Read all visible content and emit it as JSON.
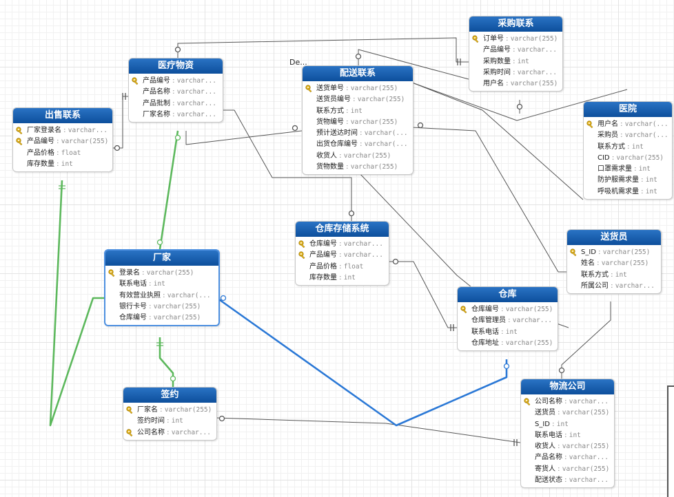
{
  "diagram": {
    "fragment_label": "De...",
    "entities": [
      {
        "id": "e1",
        "title": "采购联系",
        "fields": [
          {
            "key": true,
            "name": "订单号",
            "type": "varchar(255)"
          },
          {
            "key": false,
            "name": "产品编号",
            "type": "varchar..."
          },
          {
            "key": false,
            "name": "采购数量",
            "type": "int"
          },
          {
            "key": false,
            "name": "采购时间",
            "type": "varchar..."
          },
          {
            "key": false,
            "name": "用户名",
            "type": "varchar(255)"
          }
        ]
      },
      {
        "id": "e2",
        "title": "医疗物资",
        "fields": [
          {
            "key": true,
            "name": "产品编号",
            "type": "varchar..."
          },
          {
            "key": false,
            "name": "产品名称",
            "type": "varchar..."
          },
          {
            "key": false,
            "name": "产品批制",
            "type": "varchar..."
          },
          {
            "key": false,
            "name": "厂家名称",
            "type": "varchar..."
          }
        ]
      },
      {
        "id": "e3",
        "title": "配送联系",
        "fields": [
          {
            "key": true,
            "name": "送货单号",
            "type": "varchar(255)"
          },
          {
            "key": false,
            "name": "送货员编号",
            "type": "varchar(255)"
          },
          {
            "key": false,
            "name": "联系方式",
            "type": "int"
          },
          {
            "key": false,
            "name": "货物编号",
            "type": "varchar(255)"
          },
          {
            "key": false,
            "name": "预计送达时间",
            "type": "varchar(..."
          },
          {
            "key": false,
            "name": "出货仓库编号",
            "type": "varchar(..."
          },
          {
            "key": false,
            "name": "收货人",
            "type": "varchar(255)"
          },
          {
            "key": false,
            "name": "货物数量",
            "type": "varchar(255)"
          }
        ]
      },
      {
        "id": "e4",
        "title": "出售联系",
        "fields": [
          {
            "key": true,
            "name": "厂家登录名",
            "type": "varchar..."
          },
          {
            "key": true,
            "name": "产品编号",
            "type": "varchar(255)"
          },
          {
            "key": false,
            "name": "产品价格",
            "type": "float"
          },
          {
            "key": false,
            "name": "库存数量",
            "type": "int"
          }
        ]
      },
      {
        "id": "e5",
        "title": "医院",
        "fields": [
          {
            "key": true,
            "name": "用户名",
            "type": "varchar(..."
          },
          {
            "key": false,
            "name": "采购员",
            "type": "varchar(..."
          },
          {
            "key": false,
            "name": "联系方式",
            "type": "int"
          },
          {
            "key": false,
            "name": "CID",
            "type": "varchar(255)"
          },
          {
            "key": false,
            "name": "口罩需求量",
            "type": "int"
          },
          {
            "key": false,
            "name": "防护服需求量",
            "type": "int"
          },
          {
            "key": false,
            "name": "呼吸机需求量",
            "type": "int"
          }
        ]
      },
      {
        "id": "e6",
        "title": "仓库存储系统",
        "fields": [
          {
            "key": true,
            "name": "仓库编号",
            "type": "varchar..."
          },
          {
            "key": true,
            "name": "产品编号",
            "type": "varchar..."
          },
          {
            "key": false,
            "name": "产品价格",
            "type": "float"
          },
          {
            "key": false,
            "name": "库存数量",
            "type": "int"
          }
        ]
      },
      {
        "id": "e7",
        "title": "送货员",
        "fields": [
          {
            "key": true,
            "name": "S_ID",
            "type": "varchar(255)"
          },
          {
            "key": false,
            "name": "姓名",
            "type": "varchar(255)"
          },
          {
            "key": false,
            "name": "联系方式",
            "type": "int"
          },
          {
            "key": false,
            "name": "所属公司",
            "type": "varchar..."
          }
        ]
      },
      {
        "id": "e8",
        "title": "厂家",
        "fields": [
          {
            "key": true,
            "name": "登录名",
            "type": "varchar(255)"
          },
          {
            "key": false,
            "name": "联系电话",
            "type": "int"
          },
          {
            "key": false,
            "name": "有效营业执照",
            "type": "varchar(..."
          },
          {
            "key": false,
            "name": "银行卡号",
            "type": "varchar(255)"
          },
          {
            "key": false,
            "name": "仓库编号",
            "type": "varchar(255)"
          }
        ]
      },
      {
        "id": "e9",
        "title": "仓库",
        "fields": [
          {
            "key": true,
            "name": "仓库编号",
            "type": "varchar(255)"
          },
          {
            "key": false,
            "name": "仓库管理员",
            "type": "varchar..."
          },
          {
            "key": false,
            "name": "联系电话",
            "type": "int"
          },
          {
            "key": false,
            "name": "仓库地址",
            "type": "varchar(255)"
          }
        ]
      },
      {
        "id": "e10",
        "title": "签约",
        "fields": [
          {
            "key": true,
            "name": "厂家名",
            "type": "varchar(255)"
          },
          {
            "key": false,
            "name": "签约时间",
            "type": "int"
          },
          {
            "key": true,
            "name": "公司名称",
            "type": "varchar..."
          }
        ]
      },
      {
        "id": "e11",
        "title": "物流公司",
        "fields": [
          {
            "key": true,
            "name": "公司名称",
            "type": "varchar..."
          },
          {
            "key": false,
            "name": "送货员",
            "type": "varchar(255)"
          },
          {
            "key": false,
            "name": "S_ID",
            "type": "int"
          },
          {
            "key": false,
            "name": "联系电话",
            "type": "int"
          },
          {
            "key": false,
            "name": "收货人",
            "type": "varchar(255)"
          },
          {
            "key": false,
            "name": "产品名称",
            "type": "varchar..."
          },
          {
            "key": false,
            "name": "寄货人",
            "type": "varchar(255)"
          },
          {
            "key": false,
            "name": "配送状态",
            "type": "varchar..."
          }
        ]
      }
    ]
  },
  "colors": {
    "header_top": "#2a73c4",
    "header_bottom": "#0d4f9c",
    "connector": "#555555",
    "highlight_green": "#5cb85c",
    "highlight_blue": "#2a78d6",
    "key_icon": "#e8b923"
  }
}
